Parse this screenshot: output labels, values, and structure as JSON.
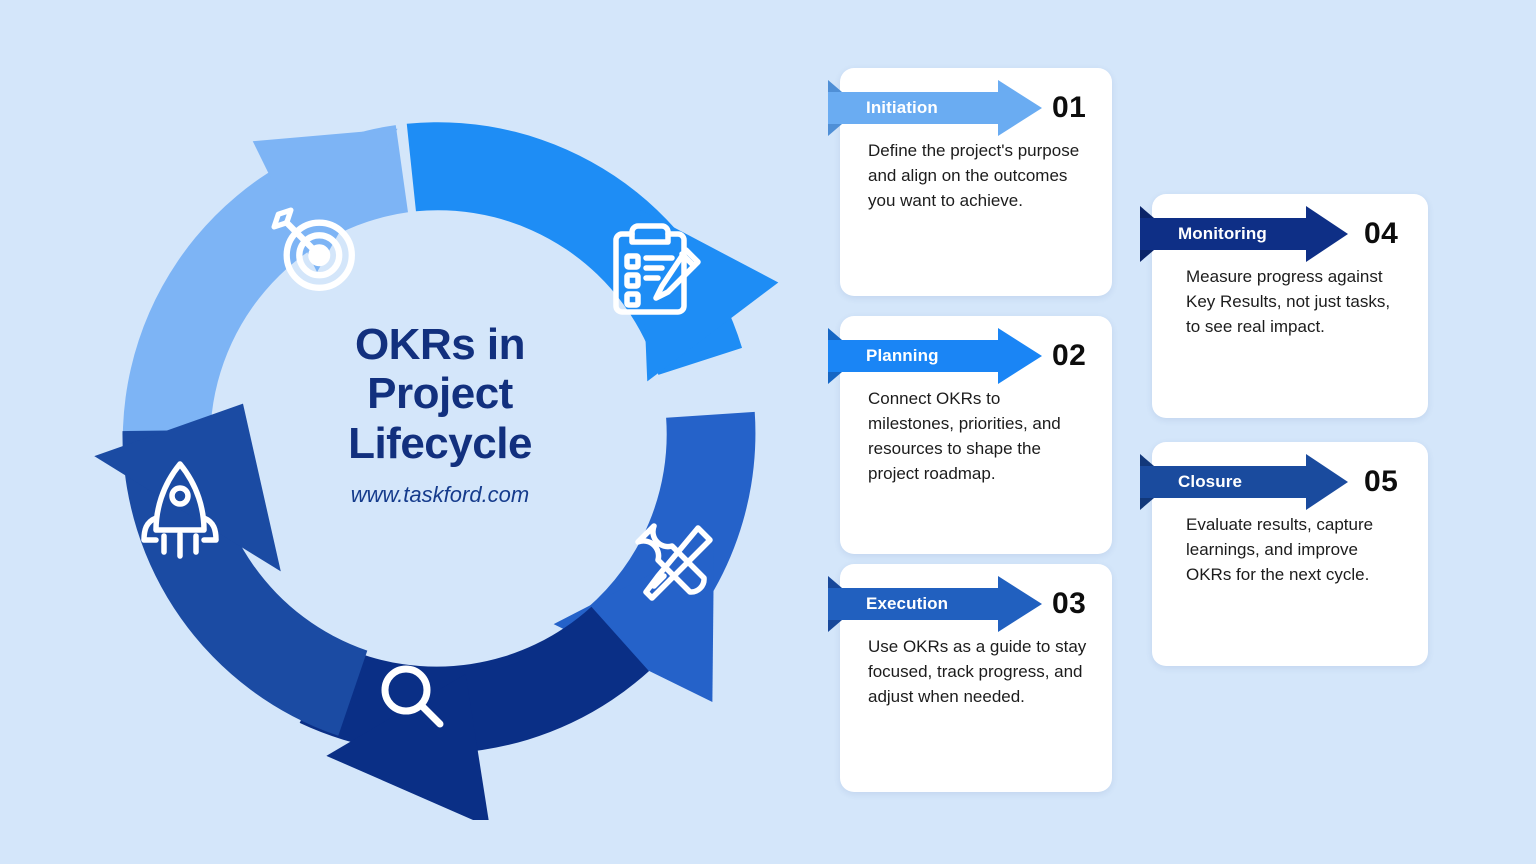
{
  "background_color": "#d4e6fa",
  "center": {
    "title_line1": "OKRs in",
    "title_line2": "Project",
    "title_line3": "Lifecycle",
    "url": "www.taskford.com",
    "title_color": "#12307e"
  },
  "cycle": {
    "segments": [
      {
        "name": "initiation",
        "color": "#7db4f5",
        "icon": "target-icon"
      },
      {
        "name": "planning",
        "color": "#1e8df5",
        "icon": "clipboard-checklist-pencil-icon"
      },
      {
        "name": "execution",
        "color": "#2562c9",
        "icon": "tools-icon"
      },
      {
        "name": "monitoring",
        "color": "#0a2f86",
        "icon": "magnifier-icon"
      },
      {
        "name": "closure",
        "color": "#1b4ba3",
        "icon": "rocket-icon"
      }
    ]
  },
  "cards": [
    {
      "id": "initiation",
      "label": "Initiation",
      "number": "01",
      "body": "Define the project's purpose and align on the outcomes you want to achieve.",
      "color": "#6aacf2",
      "fold_color": "#4f8fd6",
      "column": "left"
    },
    {
      "id": "planning",
      "label": "Planning",
      "number": "02",
      "body": "Connect OKRs to milestones, priorities, and resources to shape the project roadmap.",
      "color": "#1a85f5",
      "fold_color": "#1566c4",
      "column": "left"
    },
    {
      "id": "execution",
      "label": "Execution",
      "number": "03",
      "body": "Use OKRs as a guide to stay focused, track progress, and adjust when needed.",
      "color": "#2160bf",
      "fold_color": "#18489a",
      "column": "left"
    },
    {
      "id": "monitoring",
      "label": "Monitoring",
      "number": "04",
      "body": "Measure progress against Key Results, not just tasks, to see real impact.",
      "color": "#0e2f86",
      "fold_color": "#0a2468",
      "column": "right"
    },
    {
      "id": "closure",
      "label": "Closure",
      "number": "05",
      "body": "Evaluate results, capture learnings, and improve OKRs for the next cycle.",
      "color": "#1a4b9e",
      "fold_color": "#12387a",
      "column": "right"
    }
  ]
}
